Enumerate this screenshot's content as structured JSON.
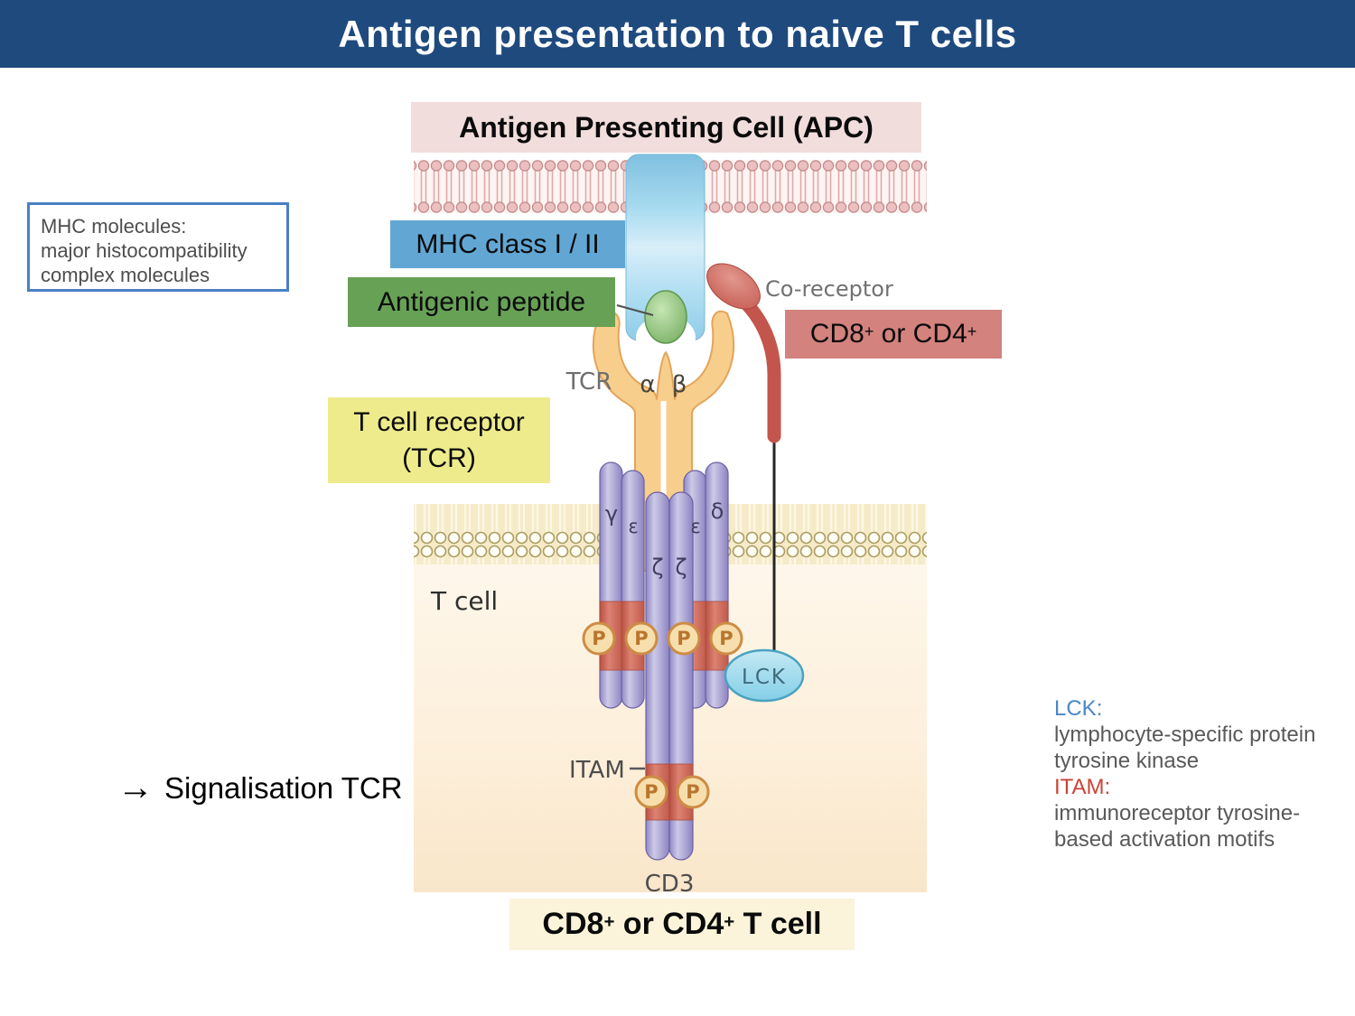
{
  "colors": {
    "banner_bg": "#1f4a7e",
    "apc_label_bg": "#f1dddc",
    "mhc_label_bg": "#62a7d4",
    "peptide_label_bg": "#66a155",
    "rose_label_bg": "#d3827e",
    "yellow_label_bg": "#eeeb8d",
    "cream_label_bg": "#fbf4da",
    "info_box_border": "#4a80c4",
    "lck_term_color": "#4a86c8",
    "itam_term_color": "#cb4335"
  },
  "title": "Antigen presentation to naive T cells",
  "info_box": {
    "lines": [
      "MHC molecules:",
      "major histocompatibility",
      "complex molecules"
    ]
  },
  "labels": {
    "apc": "Antigen Presenting Cell (APC)",
    "mhc_class": "MHC class I / II",
    "antigenic_peptide": "Antigenic peptide",
    "cd8cd4": {
      "a": "CD8",
      "sup_a": "+",
      "b": " or CD4",
      "sup_b": "+"
    },
    "tcr_box": [
      "T cell receptor",
      "(TCR)"
    ],
    "t_cell_box": {
      "a": "CD8",
      "sup_a": "+",
      "b": " or CD4",
      "sup_b": "+",
      "c": " T cell"
    }
  },
  "figure": {
    "tcr": "TCR",
    "co_receptor": "Co-receptor",
    "alpha": "α",
    "beta": "β",
    "gamma": "γ",
    "delta": "δ",
    "epsilon": "ε",
    "zeta": "ζ",
    "t_cell": "T cell",
    "lck": "LCK",
    "itam": "ITAM",
    "cd3": "CD3",
    "p": "P"
  },
  "signal_note": {
    "arrow": "→",
    "text": "Signalisation TCR"
  },
  "side_note": {
    "lck_term": "LCK:",
    "lck_def": [
      "lymphocyte-specific protein",
      "tyrosine kinase"
    ],
    "itam_term": "ITAM:",
    "itam_def": [
      "immunoreceptor tyrosine-",
      "based activation motifs"
    ]
  }
}
